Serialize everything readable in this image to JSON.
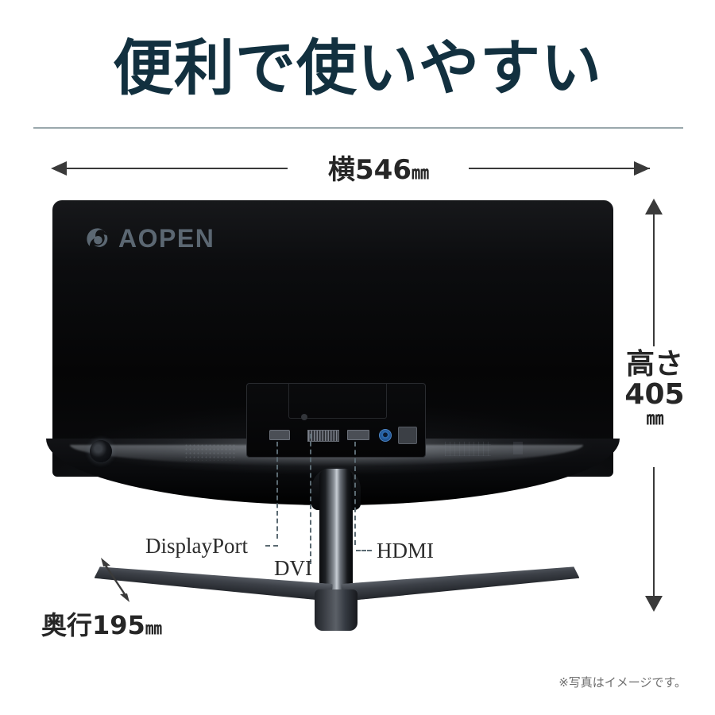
{
  "page": {
    "background_color": "#ffffff",
    "title": "便利で使いやすい",
    "title_color": "#12303f",
    "divider_color": "#9aa8ad"
  },
  "dimensions": {
    "width": {
      "label": "横546",
      "unit": "㎜",
      "value": 546,
      "axis": "horizontal"
    },
    "height": {
      "label_line1": "高さ",
      "label_line2": "405",
      "label_line3": "㎜",
      "value": 405,
      "axis": "vertical"
    },
    "depth": {
      "label": "奥行195",
      "unit": "㎜",
      "value": 195,
      "axis": "diagonal"
    },
    "unit_system": "mm",
    "line_color": "#3a3a3a"
  },
  "product": {
    "brand": "AOPEN",
    "brand_color": "#5b6772",
    "body_color": "#07080a"
  },
  "ports": [
    {
      "id": "displayport",
      "label": "DisplayPort"
    },
    {
      "id": "dvi",
      "label": "DVI"
    },
    {
      "id": "hdmi",
      "label": "HDMI"
    }
  ],
  "port_label_color": "#2b2b2b",
  "leader_line_color": "#5b6a72",
  "footnote": {
    "text": "※写真はイメージです。",
    "color": "#6e6e6e"
  }
}
